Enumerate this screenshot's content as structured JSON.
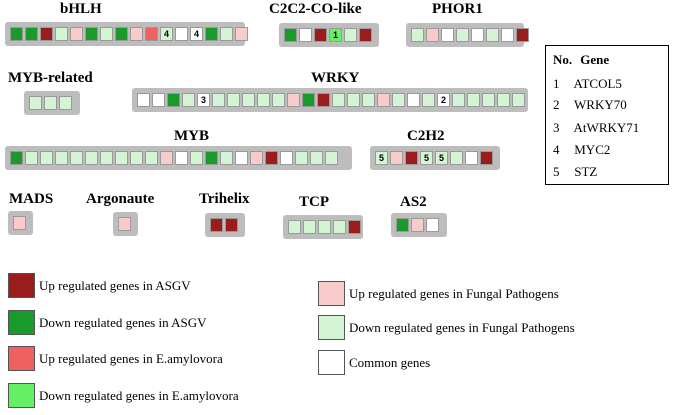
{
  "colors": {
    "up_asgv": "#9b1c1c",
    "down_asgv": "#1a9a2a",
    "up_ea": "#f06060",
    "down_ea": "#66f066",
    "up_fungal": "#f9cccc",
    "down_fungal": "#d3f5d3",
    "common": "#ffffff"
  },
  "families": [
    {
      "label": "bHLH",
      "cells": [
        {
          "c": "down_asgv"
        },
        {
          "c": "down_asgv"
        },
        {
          "c": "up_asgv"
        },
        {
          "c": "down_fungal"
        },
        {
          "c": "up_fungal"
        },
        {
          "c": "down_asgv"
        },
        {
          "c": "down_fungal"
        },
        {
          "c": "down_asgv"
        },
        {
          "c": "up_fungal"
        },
        {
          "c": "up_ea"
        },
        {
          "c": "down_fungal",
          "t": "4"
        },
        {
          "c": "common"
        },
        {
          "c": "common",
          "t": "4"
        },
        {
          "c": "down_asgv"
        },
        {
          "c": "down_fungal"
        },
        {
          "c": "up_fungal"
        }
      ]
    },
    {
      "label": "C2C2-CO-like",
      "cells": [
        {
          "c": "down_asgv"
        },
        {
          "c": "common"
        },
        {
          "c": "up_asgv"
        },
        {
          "c": "down_ea",
          "t": "1"
        },
        {
          "c": "down_fungal"
        },
        {
          "c": "up_asgv"
        }
      ]
    },
    {
      "label": "PHOR1",
      "cells": [
        {
          "c": "down_fungal"
        },
        {
          "c": "up_fungal"
        },
        {
          "c": "common"
        },
        {
          "c": "down_fungal"
        },
        {
          "c": "common"
        },
        {
          "c": "down_fungal"
        },
        {
          "c": "common"
        },
        {
          "c": "up_asgv"
        }
      ]
    },
    {
      "label": "MYB-related",
      "cells": [
        {
          "c": "down_fungal"
        },
        {
          "c": "down_fungal"
        },
        {
          "c": "down_fungal"
        }
      ]
    },
    {
      "label": "WRKY",
      "cells": [
        {
          "c": "common"
        },
        {
          "c": "common"
        },
        {
          "c": "down_asgv"
        },
        {
          "c": "down_fungal"
        },
        {
          "c": "common",
          "t": "3"
        },
        {
          "c": "down_fungal"
        },
        {
          "c": "down_fungal"
        },
        {
          "c": "down_fungal"
        },
        {
          "c": "down_fungal"
        },
        {
          "c": "down_fungal"
        },
        {
          "c": "up_fungal"
        },
        {
          "c": "down_asgv"
        },
        {
          "c": "up_asgv"
        },
        {
          "c": "down_fungal"
        },
        {
          "c": "down_fungal"
        },
        {
          "c": "down_fungal"
        },
        {
          "c": "up_fungal"
        },
        {
          "c": "down_fungal"
        },
        {
          "c": "common"
        },
        {
          "c": "down_fungal"
        },
        {
          "c": "common",
          "t": "2"
        },
        {
          "c": "down_fungal"
        },
        {
          "c": "down_fungal"
        },
        {
          "c": "down_fungal"
        },
        {
          "c": "down_fungal"
        },
        {
          "c": "down_fungal"
        }
      ]
    },
    {
      "label": "MYB",
      "cells": [
        {
          "c": "down_asgv"
        },
        {
          "c": "down_fungal"
        },
        {
          "c": "down_fungal"
        },
        {
          "c": "down_fungal"
        },
        {
          "c": "down_fungal"
        },
        {
          "c": "down_fungal"
        },
        {
          "c": "down_fungal"
        },
        {
          "c": "down_fungal"
        },
        {
          "c": "down_fungal"
        },
        {
          "c": "down_fungal"
        },
        {
          "c": "up_fungal"
        },
        {
          "c": "common"
        },
        {
          "c": "down_fungal"
        },
        {
          "c": "down_asgv"
        },
        {
          "c": "down_fungal"
        },
        {
          "c": "common"
        },
        {
          "c": "up_fungal"
        },
        {
          "c": "up_asgv"
        },
        {
          "c": "common"
        },
        {
          "c": "down_fungal"
        },
        {
          "c": "down_fungal"
        },
        {
          "c": "down_fungal"
        }
      ]
    },
    {
      "label": "C2H2",
      "cells": [
        {
          "c": "down_fungal",
          "t": "5"
        },
        {
          "c": "up_fungal"
        },
        {
          "c": "up_asgv"
        },
        {
          "c": "down_fungal",
          "t": "5"
        },
        {
          "c": "down_fungal",
          "t": "5"
        },
        {
          "c": "down_fungal"
        },
        {
          "c": "common"
        },
        {
          "c": "up_asgv"
        }
      ]
    },
    {
      "label": "MADS",
      "cells": [
        {
          "c": "up_fungal"
        }
      ]
    },
    {
      "label": "Argonaute",
      "cells": [
        {
          "c": "up_fungal"
        }
      ]
    },
    {
      "label": "Trihelix",
      "cells": [
        {
          "c": "up_asgv"
        },
        {
          "c": "up_asgv"
        }
      ]
    },
    {
      "label": "TCP",
      "cells": [
        {
          "c": "down_fungal"
        },
        {
          "c": "down_fungal"
        },
        {
          "c": "down_fungal"
        },
        {
          "c": "down_fungal"
        },
        {
          "c": "up_asgv"
        }
      ]
    },
    {
      "label": "AS2",
      "cells": [
        {
          "c": "down_asgv"
        },
        {
          "c": "up_fungal"
        },
        {
          "c": "common"
        }
      ]
    }
  ],
  "gene_table": {
    "header_no": "No.",
    "header_gene": "Gene",
    "rows": [
      {
        "no": "1",
        "gene": "ATCOL5"
      },
      {
        "no": "2",
        "gene": "WRKY70"
      },
      {
        "no": "3",
        "gene": "AtWRKY71"
      },
      {
        "no": "4",
        "gene": "MYC2"
      },
      {
        "no": "5",
        "gene": "STZ"
      }
    ]
  },
  "legend": [
    {
      "key": "up_asgv",
      "label": "Up regulated genes in ASGV"
    },
    {
      "key": "down_asgv",
      "label": "Down regulated genes in ASGV"
    },
    {
      "key": "up_ea",
      "label": "Up regulated genes in E.amylovora"
    },
    {
      "key": "down_ea",
      "label": "Down regulated genes in E.amylovora"
    },
    {
      "key": "up_fungal",
      "label": "Up regulated genes in Fungal Pathogens"
    },
    {
      "key": "down_fungal",
      "label": "Down regulated genes in Fungal Pathogens"
    },
    {
      "key": "common",
      "label": "Common genes"
    }
  ]
}
